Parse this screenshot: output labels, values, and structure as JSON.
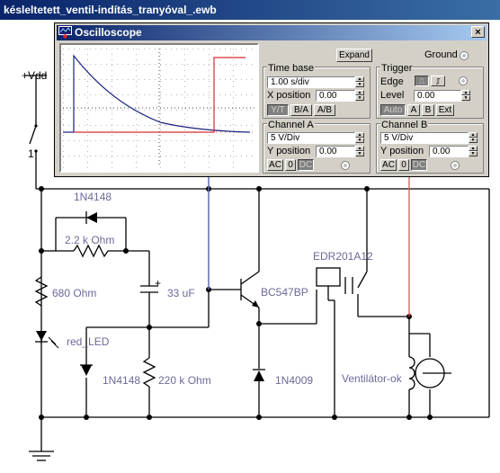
{
  "window": {
    "title": "késleltetett_ventil-indítás_tranyóval_.ewb"
  },
  "circuit": {
    "labels": {
      "vdd": "+Vdd",
      "switch_key": "1",
      "d1": "1N4148",
      "r1": "2.2 k Ohm",
      "r2": "680  Ohm",
      "c1": "33 uF",
      "c1_plus": "+",
      "led": "red_LED",
      "d2": "1N4148",
      "r3": "220 k Ohm",
      "q1": "BC547BP",
      "d3": "1N4009",
      "relay": "EDR201A12",
      "fan": "Ventilátor-ok"
    },
    "colors": {
      "wire": "#000000",
      "label": "#6a6a9a",
      "probe_a": "#6f7fcf",
      "probe_b": "#e05050"
    }
  },
  "oscilloscope": {
    "title": "Oscilloscope",
    "close": "×",
    "expand": "Expand",
    "ground": "Ground",
    "timebase": {
      "label": "Time base",
      "value": "1.00 s/div",
      "xpos_label": "X position",
      "xpos": "0.00",
      "modes": [
        "Y/T",
        "B/A",
        "A/B"
      ]
    },
    "trigger": {
      "label": "Trigger",
      "edge": "Edge",
      "level_label": "Level",
      "level": "0.00",
      "auto": "Auto",
      "a": "A",
      "b": "B",
      "ext": "Ext"
    },
    "channel_a": {
      "label": "Channel A",
      "value": "5  V/Div",
      "ypos_label": "Y position",
      "ypos": "0.00",
      "coupling": [
        "AC",
        "0",
        "DC"
      ]
    },
    "channel_b": {
      "label": "Channel B",
      "value": "5  V/Div",
      "ypos_label": "Y position",
      "ypos": "0.00",
      "coupling": [
        "AC",
        "0",
        "DC"
      ]
    },
    "trace_colors": {
      "a": "#1a237e",
      "b": "#d32f2f"
    }
  }
}
